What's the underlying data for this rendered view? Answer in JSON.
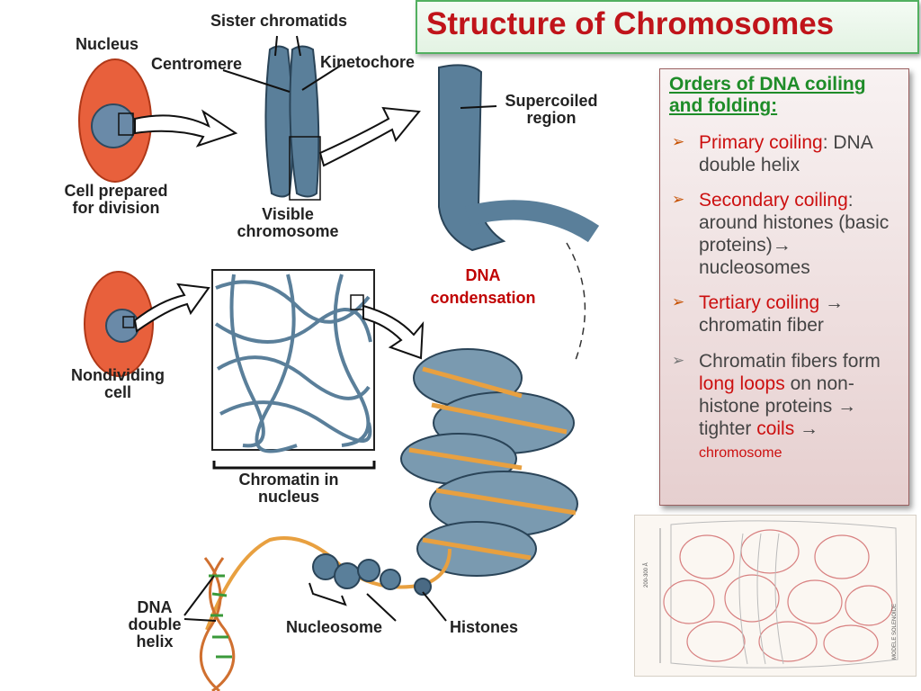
{
  "title": "Structure of  Chromosomes",
  "figure": {
    "sister_chromatids": "Sister chromatids",
    "nucleus": "Nucleus",
    "centromere": "Centromere",
    "kinetochore": "Kinetochore",
    "supercoiled_region": "Supercoiled region",
    "cell_prepared": "Cell prepared for division",
    "visible_chromosome": "Visible chromosome",
    "dna_condensation": "DNA condensation",
    "nondividing_cell": "Nondividing cell",
    "chromatin_in_nucleus": "Chromatin in nucleus",
    "dna_double_helix": "DNA double helix",
    "nucleosome": "Nucleosome",
    "histones": "Histones"
  },
  "notes": {
    "heading": "Orders of DNA coiling and folding:",
    "items": [
      {
        "term": "Primary coiling",
        "text": ": DNA double helix"
      },
      {
        "term": "Secondary coiling",
        "text": ": around histones (basic proteins)→ nucleosomes"
      },
      {
        "term": "Tertiary coiling",
        "text": " → chromatin fiber"
      },
      {
        "lead": "Chromatin fibers form ",
        "term": "long loops",
        "mid": " on non-histone proteins → tighter ",
        "term2": "coils",
        "tail": " → ",
        "small": "chromosome"
      }
    ]
  },
  "thumbnail": {
    "axis_label": "200-300 Å",
    "side_label": "MODELE SOLENOIDE"
  },
  "colors": {
    "title": "#c0141a",
    "heading": "#1e8c28",
    "accent_red": "#cc1010",
    "bullet": "#c65000",
    "coil": "#e8a040",
    "fiber": "#6a8aa0"
  }
}
